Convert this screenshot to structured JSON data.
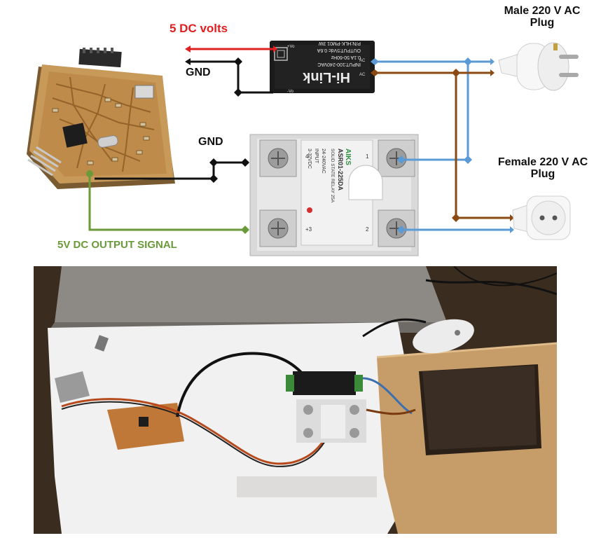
{
  "labels": {
    "power_label": "5 DC volts",
    "gnd_top": "GND",
    "gnd_mid": "GND",
    "output_signal": "5V DC OUTPUT SIGNAL",
    "male_plug_line1": "Male 220 V AC",
    "male_plug_line2": "Plug",
    "female_plug_line1": "Female 220 V AC",
    "female_plug_line2": "Plug"
  },
  "psu": {
    "brand": "Hi-Link",
    "line1": "P/N:HLK-PM01 3W",
    "line2": "OUTPUT:5Vdc 0.6A",
    "line3": "INPUT:100-240VAC",
    "line4": "0.1A 50-60Hz",
    "pin_vplus": "+Vo",
    "pin_vminus": "-Vo",
    "pin_ac1": "AC",
    "pin_ac2": "AC"
  },
  "ssr": {
    "brand": "AIKS",
    "model": "ASR01-225DA",
    "desc": "SOLID STATE RELAY 25A",
    "input_label": "INPUT",
    "input_range": "3-32VDC",
    "output_range": "24-240VAC",
    "term1": "1",
    "term2": "2",
    "term3": "+3",
    "term4": "4"
  },
  "colors": {
    "power_wire": "#e02020",
    "gnd_wire": "#111111",
    "signal_wire": "#6a9a3a",
    "ac_blue_wire": "#5b9bd5",
    "ac_brown_wire": "#8b4a12",
    "power_label": "#e02020",
    "signal_label": "#6a9a3a"
  }
}
